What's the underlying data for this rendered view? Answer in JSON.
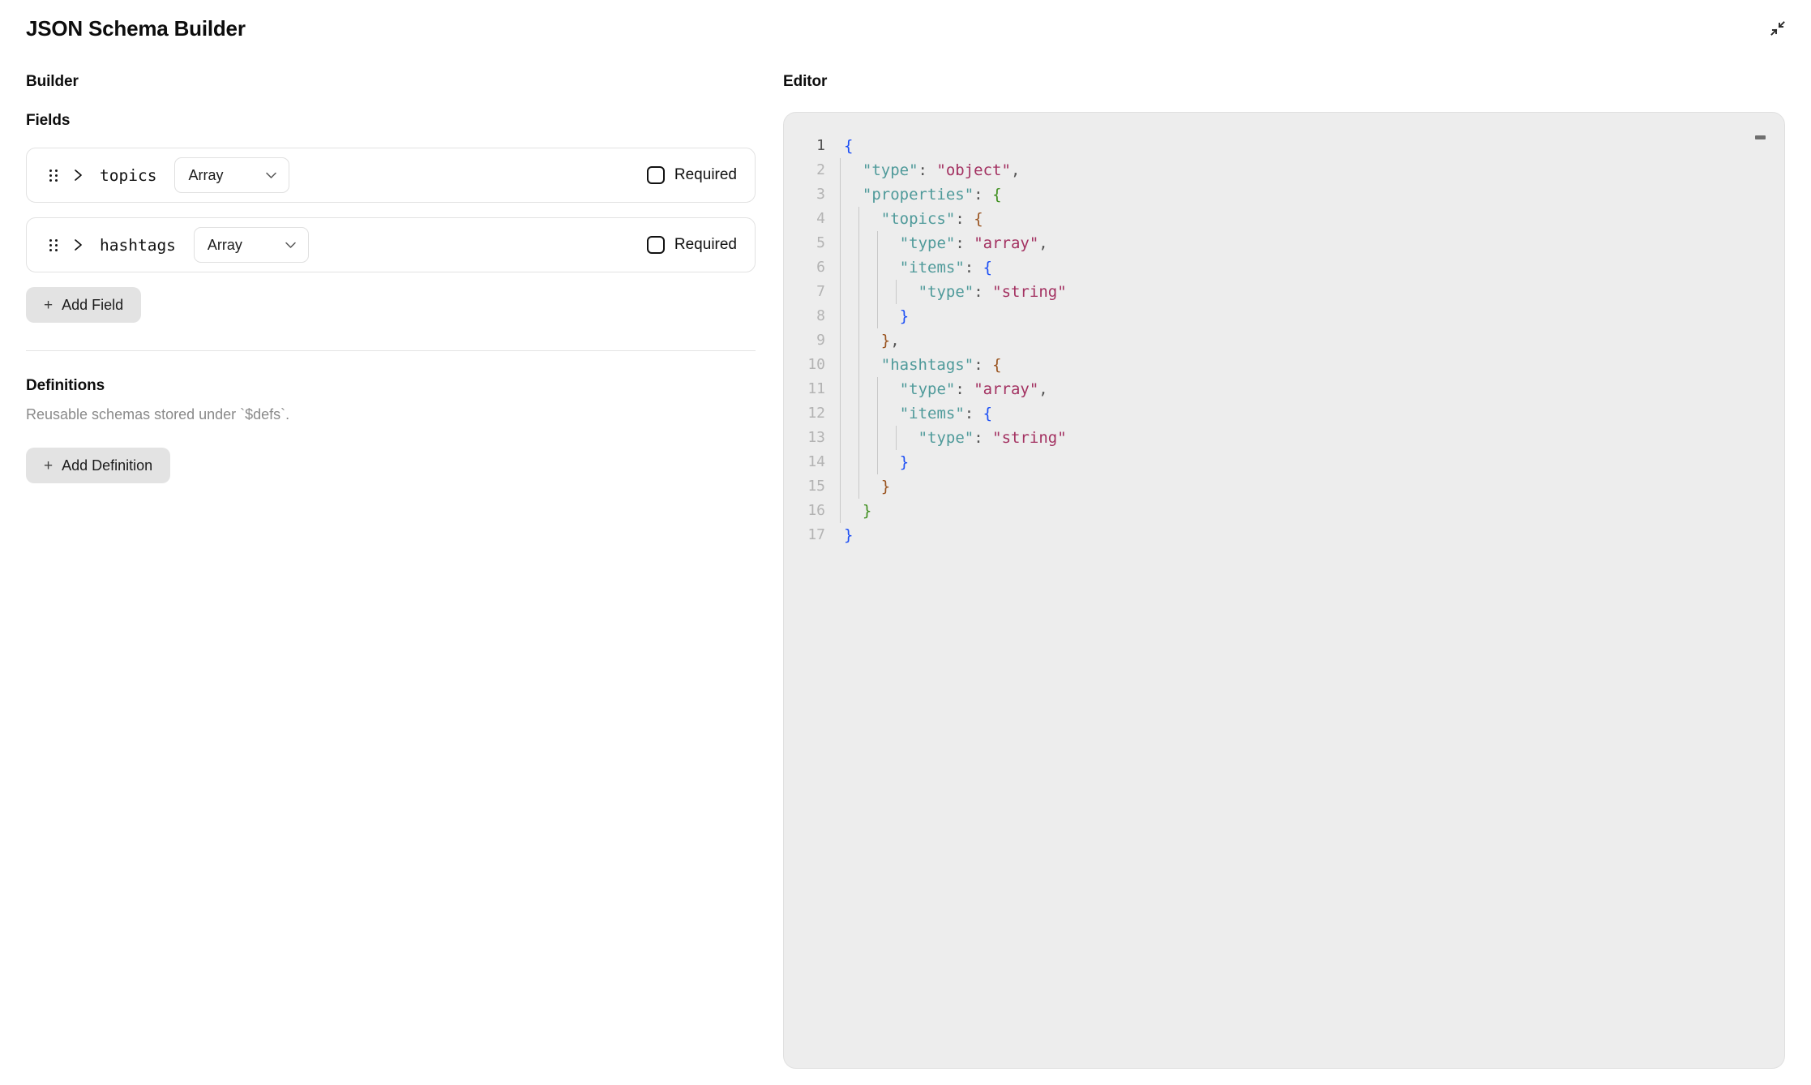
{
  "header": {
    "title": "JSON Schema Builder",
    "collapse_icon": "collapse-arrows-icon"
  },
  "builder": {
    "heading": "Builder",
    "fields_label": "Fields",
    "fields": [
      {
        "name": "topics",
        "type": "Array",
        "required": false,
        "required_label": "Required",
        "drag_icon": "drag-handle-icon",
        "expand_icon": "chevron-right-icon",
        "dropdown_icon": "chevron-down-icon"
      },
      {
        "name": "hashtags",
        "type": "Array",
        "required": false,
        "required_label": "Required",
        "drag_icon": "drag-handle-icon",
        "expand_icon": "chevron-right-icon",
        "dropdown_icon": "chevron-down-icon"
      }
    ],
    "add_field_label": "Add Field",
    "add_field_plus": "+",
    "definitions": {
      "heading": "Definitions",
      "description": "Reusable schemas stored under `$defs`.",
      "add_definition_label": "Add Definition",
      "add_definition_plus": "+"
    }
  },
  "editor": {
    "heading": "Editor",
    "minimize_icon": "minimize-dash-icon",
    "lines": [
      {
        "n": "1",
        "indent": 0,
        "tokens": [
          {
            "t": "{",
            "c": "br-0"
          }
        ]
      },
      {
        "n": "2",
        "indent": 1,
        "tokens": [
          {
            "t": "\"type\"",
            "c": "tok-key"
          },
          {
            "t": ": ",
            "c": "tok-punct"
          },
          {
            "t": "\"object\"",
            "c": "tok-str"
          },
          {
            "t": ",",
            "c": "tok-punct"
          }
        ]
      },
      {
        "n": "3",
        "indent": 1,
        "tokens": [
          {
            "t": "\"properties\"",
            "c": "tok-key"
          },
          {
            "t": ": ",
            "c": "tok-punct"
          },
          {
            "t": "{",
            "c": "br-1"
          }
        ]
      },
      {
        "n": "4",
        "indent": 2,
        "tokens": [
          {
            "t": "\"topics\"",
            "c": "tok-key"
          },
          {
            "t": ": ",
            "c": "tok-punct"
          },
          {
            "t": "{",
            "c": "br-2"
          }
        ]
      },
      {
        "n": "5",
        "indent": 3,
        "tokens": [
          {
            "t": "\"type\"",
            "c": "tok-key"
          },
          {
            "t": ": ",
            "c": "tok-punct"
          },
          {
            "t": "\"array\"",
            "c": "tok-str"
          },
          {
            "t": ",",
            "c": "tok-punct"
          }
        ]
      },
      {
        "n": "6",
        "indent": 3,
        "tokens": [
          {
            "t": "\"items\"",
            "c": "tok-key"
          },
          {
            "t": ": ",
            "c": "tok-punct"
          },
          {
            "t": "{",
            "c": "br-0"
          }
        ]
      },
      {
        "n": "7",
        "indent": 4,
        "tokens": [
          {
            "t": "\"type\"",
            "c": "tok-key"
          },
          {
            "t": ": ",
            "c": "tok-punct"
          },
          {
            "t": "\"string\"",
            "c": "tok-str"
          }
        ]
      },
      {
        "n": "8",
        "indent": 3,
        "tokens": [
          {
            "t": "}",
            "c": "br-0"
          }
        ]
      },
      {
        "n": "9",
        "indent": 2,
        "tokens": [
          {
            "t": "}",
            "c": "br-2"
          },
          {
            "t": ",",
            "c": "tok-punct"
          }
        ]
      },
      {
        "n": "10",
        "indent": 2,
        "tokens": [
          {
            "t": "\"hashtags\"",
            "c": "tok-key"
          },
          {
            "t": ": ",
            "c": "tok-punct"
          },
          {
            "t": "{",
            "c": "br-2"
          }
        ]
      },
      {
        "n": "11",
        "indent": 3,
        "tokens": [
          {
            "t": "\"type\"",
            "c": "tok-key"
          },
          {
            "t": ": ",
            "c": "tok-punct"
          },
          {
            "t": "\"array\"",
            "c": "tok-str"
          },
          {
            "t": ",",
            "c": "tok-punct"
          }
        ]
      },
      {
        "n": "12",
        "indent": 3,
        "tokens": [
          {
            "t": "\"items\"",
            "c": "tok-key"
          },
          {
            "t": ": ",
            "c": "tok-punct"
          },
          {
            "t": "{",
            "c": "br-0"
          }
        ]
      },
      {
        "n": "13",
        "indent": 4,
        "tokens": [
          {
            "t": "\"type\"",
            "c": "tok-key"
          },
          {
            "t": ": ",
            "c": "tok-punct"
          },
          {
            "t": "\"string\"",
            "c": "tok-str"
          }
        ]
      },
      {
        "n": "14",
        "indent": 3,
        "tokens": [
          {
            "t": "}",
            "c": "br-0"
          }
        ]
      },
      {
        "n": "15",
        "indent": 2,
        "tokens": [
          {
            "t": "}",
            "c": "br-2"
          }
        ]
      },
      {
        "n": "16",
        "indent": 1,
        "tokens": [
          {
            "t": "}",
            "c": "br-1"
          }
        ]
      },
      {
        "n": "17",
        "indent": 0,
        "tokens": [
          {
            "t": "}",
            "c": "br-0"
          }
        ]
      }
    ]
  },
  "colors": {
    "key": "#4f9a9a",
    "string": "#a33161",
    "bracket_depth0": "#1b4ef5",
    "bracket_depth1": "#3f8f1f",
    "bracket_depth2": "#9a5420",
    "editor_bg": "#ededed",
    "button_bg": "#e3e3e3",
    "card_border": "#e2e2e2"
  }
}
